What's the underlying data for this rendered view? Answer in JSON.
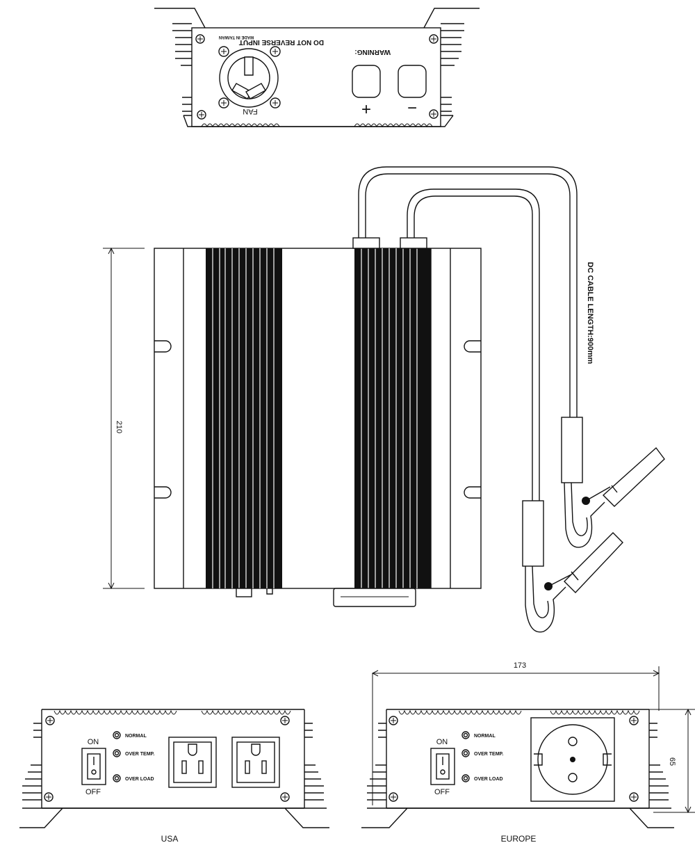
{
  "top_panel": {
    "warning_line1": "WARNING:",
    "warning_line2": "DO NOT REVERSE INPUT",
    "made_in": "MADE IN TAIWAN",
    "fan_label": "FAN",
    "plus_symbol": "+",
    "minus_symbol": "−"
  },
  "side_view": {
    "height_dimension": "210",
    "cable_label": "DC CABLE LENGTH:900mm"
  },
  "usa_panel": {
    "on_label": "ON",
    "off_label": "OFF",
    "led_normal": "NORMAL",
    "led_overtemp": "OVER TEMP.",
    "led_overload": "OVER LOAD",
    "caption": "USA"
  },
  "europe_panel": {
    "on_label": "ON",
    "off_label": "OFF",
    "led_normal": "NORMAL",
    "led_overtemp": "OVER TEMP.",
    "led_overload": "OVER LOAD",
    "caption": "EUROPE",
    "width_dimension": "173",
    "height_dimension": "65"
  }
}
